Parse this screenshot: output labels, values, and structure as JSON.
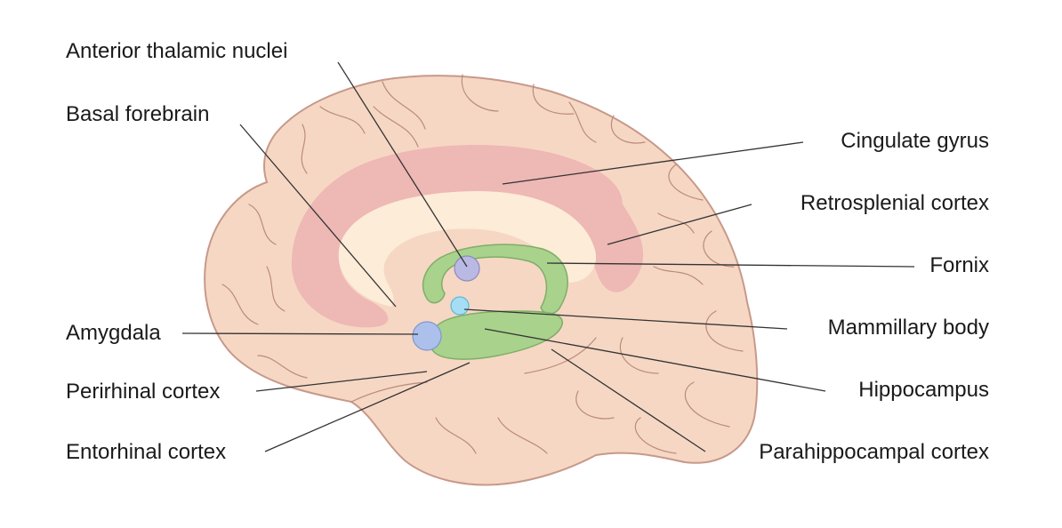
{
  "labels": {
    "anterior_thalamic_nuclei": "Anterior thalamic nuclei",
    "basal_forebrain": "Basal forebrain",
    "amygdala": "Amygdala",
    "perirhinal_cortex": "Perirhinal cortex",
    "entorhinal_cortex": "Entorhinal cortex",
    "cingulate_gyrus": "Cingulate gyrus",
    "retrosplenial_cortex": "Retrosplenial cortex",
    "fornix": "Fornix",
    "mammillary_body": "Mammillary body",
    "hippocampus": "Hippocampus",
    "parahippocampal_cortex": "Parahippocampal cortex"
  },
  "colors": {
    "brain_fill": "#f6d7c4",
    "brain_outline": "#c7998a",
    "cingulate": "#eeb8b4",
    "inner_region": "#fcecd8",
    "fornix_hippocampus": "#a9d28c",
    "fornix_outline": "#7fae67",
    "thalamic_nuclei": "#b9b9e3",
    "mammillary_body": "#a5def4",
    "amygdala": "#adc0ec"
  }
}
